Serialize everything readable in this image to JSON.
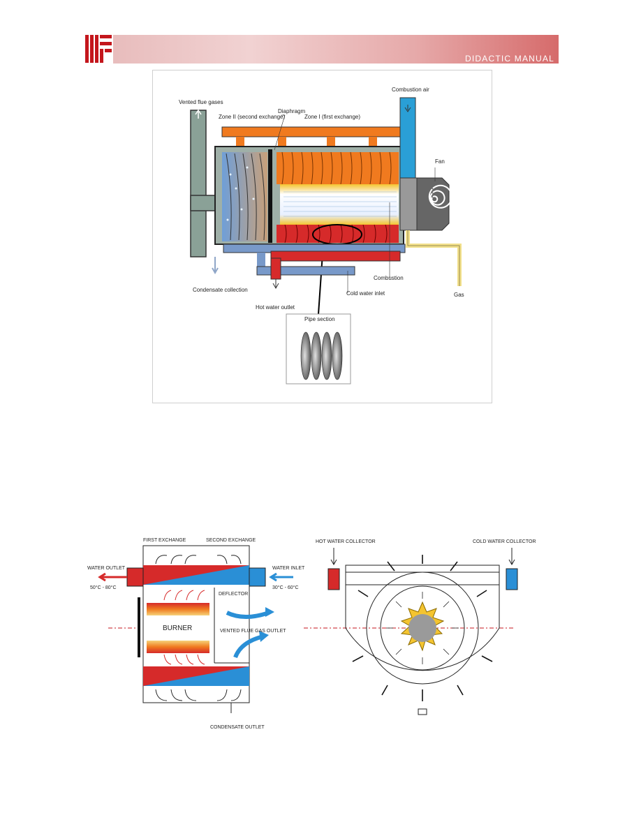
{
  "header": {
    "title": "DIDACTIC MANUAL"
  },
  "figure1": {
    "labels": {
      "vented_flue_gases": "Vented flue gases",
      "diaphragm": "Diaphragm",
      "combustion_air": "Combustion air",
      "zone2": "Zone II (second exchange)",
      "zone1": "Zone I (first exchange)",
      "fan": "Fan",
      "combustion": "Combustion",
      "condensate_collection": "Condensate collection",
      "cold_water_inlet": "Cold water inlet",
      "gas": "Gas",
      "hot_water_outlet": "Hot water outlet",
      "pipe_section": "Pipe section"
    }
  },
  "figure2": {
    "labels": {
      "first_exchange": "FIRST EXCHANGE",
      "second_exchange": "SECOND EXCHANGE",
      "water_outlet": "WATER OUTLET",
      "water_inlet": "WATER INLET",
      "outlet_temp": "50°C - 80°C",
      "inlet_temp": "30°C - 60°C",
      "deflector": "DEFLECTOR",
      "burner": "BURNER",
      "vented_flue_gas_outlet": "VENTED FLUE GAS OUTLET",
      "condensate_outlet": "CONDENSATE OUTLET",
      "hot_water_collector": "HOT WATER COLLECTOR",
      "cold_water_collector": "COLD WATER COLLECTOR"
    }
  },
  "colors": {
    "hot_red": "#d62a2a",
    "cold_blue": "#2a8fd6",
    "flue_grey": "#8aa197",
    "orange": "#f07a1f",
    "gas_yellow": "#f2e08a"
  }
}
